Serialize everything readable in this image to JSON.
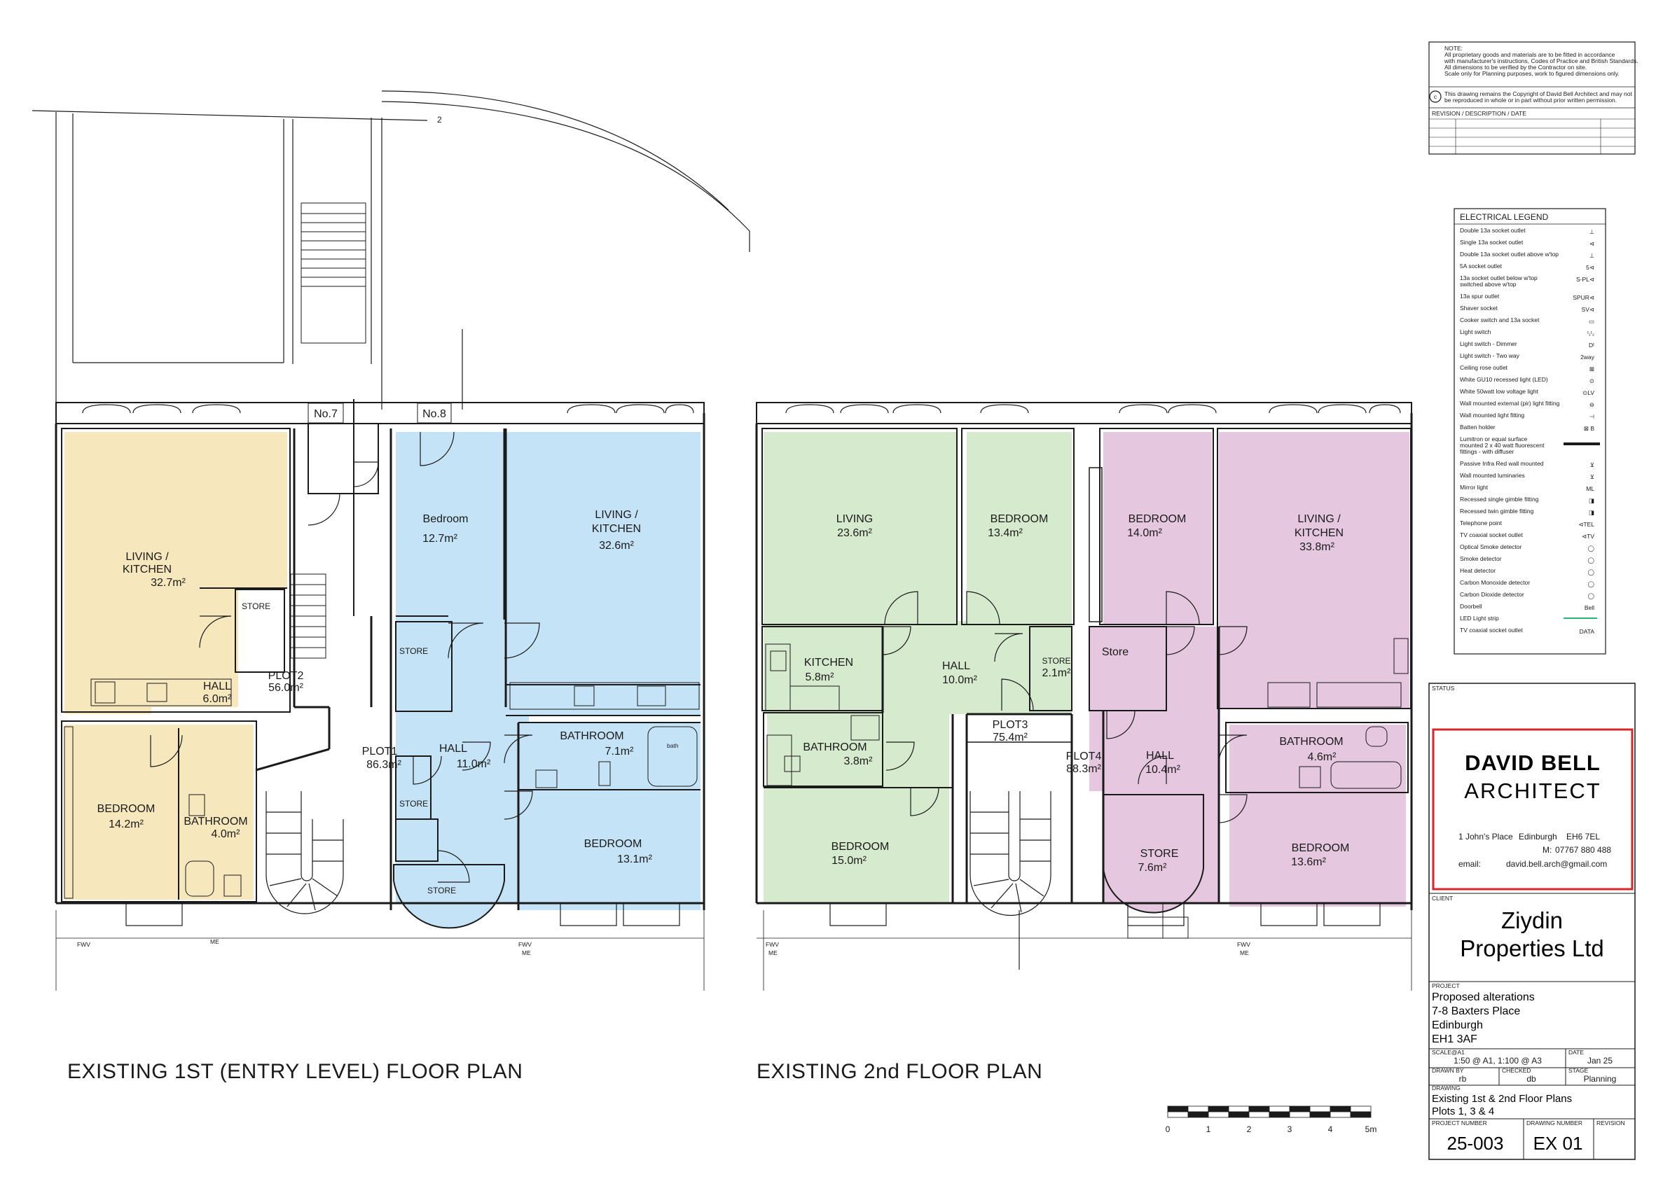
{
  "colors": {
    "plot1": "#c5e3f6",
    "plot2": "#f6e7bd",
    "plot3": "#d6ebcd",
    "plot4": "#e6c7e0",
    "wall": "#1a1a1a",
    "brand_border": "#d6262a"
  },
  "plans": {
    "first_floor": {
      "title": "EXISTING 1ST (ENTRY LEVEL) FLOOR PLAN",
      "stair_ref": "2",
      "doors": [
        "No.7",
        "No.8"
      ],
      "fwv_left": "FWV",
      "me_left": "ME",
      "fwv_right": "FWV",
      "me_right": "ME",
      "rooms": [
        {
          "name": "LIVING /",
          "name2": "KITCHEN",
          "area": "32.7m²"
        },
        {
          "name": "STORE"
        },
        {
          "name": "HALL",
          "area": "6.0m²"
        },
        {
          "name": "PLOT2",
          "area": "56.0m²"
        },
        {
          "name": "BEDROOM",
          "area": "14.2m²"
        },
        {
          "name": "BATHROOM",
          "area": "4.0m²"
        },
        {
          "name": "Bedroom",
          "area": "12.7m²"
        },
        {
          "name": "LIVING /",
          "name2": "KITCHEN",
          "area": "32.6m²"
        },
        {
          "name": "STORE"
        },
        {
          "name": "PLOT1",
          "area": "86.3m²"
        },
        {
          "name": "HALL",
          "area": "11.0m²"
        },
        {
          "name": "BATHROOM",
          "area": "7.1m²"
        },
        {
          "name": "STORE"
        },
        {
          "name": "BEDROOM",
          "area": "13.1m²"
        },
        {
          "name": "STORE"
        }
      ],
      "bath_label": "bath"
    },
    "second_floor": {
      "title": "EXISTING 2nd FLOOR PLAN",
      "fwv_left": "FWV",
      "me_left": "ME",
      "fwv_right": "FWV",
      "me_right": "ME",
      "rooms": [
        {
          "name": "LIVING",
          "area": "23.6m²"
        },
        {
          "name": "BEDROOM",
          "area": "13.4m²"
        },
        {
          "name": "KITCHEN",
          "area": "5.8m²"
        },
        {
          "name": "HALL",
          "area": "10.0m²"
        },
        {
          "name": "STORE",
          "area": "2.1m²"
        },
        {
          "name": "BATHROOM",
          "area": "3.8m²"
        },
        {
          "name": "PLOT3",
          "area": "75.4m²"
        },
        {
          "name": "BEDROOM",
          "area": "15.0m²"
        },
        {
          "name": "BEDROOM",
          "area": "14.0m²"
        },
        {
          "name": "LIVING /",
          "name2": "KITCHEN",
          "area": "33.8m²"
        },
        {
          "name": "Store"
        },
        {
          "name": "PLOT4",
          "area": "88.3m²"
        },
        {
          "name": "HALL",
          "area": "10.4m²"
        },
        {
          "name": "BATHROOM",
          "area": "4.6m²"
        },
        {
          "name": "STORE",
          "area": "7.6m²"
        },
        {
          "name": "BEDROOM",
          "area": "13.6m²"
        }
      ]
    }
  },
  "scale_bar": {
    "labels": [
      "0",
      "1",
      "2",
      "3",
      "4",
      "5m"
    ]
  },
  "notes": {
    "heading": "NOTE:",
    "lines": [
      "All proprietary goods and materials are to be fitted in accordance",
      "with manufacturer's instructions, Codes of Practice and British Standards.",
      "All dimensions to be verified by the Contractor on site.",
      "Scale only for Planning purposes, work to figured dimensions only."
    ],
    "copyright_symbol": "c",
    "copyright_lines": [
      "This drawing remains the Copyright of David Bell Architect and may not",
      "be reproduced in whole or in part without prior written permission."
    ],
    "revision_header": "REVISION  /  DESCRIPTION  /  DATE"
  },
  "legend": {
    "title": "ELECTRICAL LEGEND",
    "items": [
      {
        "label": "Double 13a socket outlet",
        "symbol": "⊥"
      },
      {
        "label": "Single 13a socket outlet",
        "symbol": "⊲"
      },
      {
        "label": "Double 13a socket outlet above w'top",
        "symbol": "⊥"
      },
      {
        "label": "5A socket outlet",
        "symbol": "5⊲"
      },
      {
        "label": "13a socket outlet below w'top",
        "label2": "switched above w'top",
        "symbol": "S-PL⊲"
      },
      {
        "label": "13a spur outlet",
        "symbol": "SPUR⊲"
      },
      {
        "label": "Shaver socket",
        "symbol": "SV⊲"
      },
      {
        "label": "Cooker switch and 13a socket",
        "symbol": "▭"
      },
      {
        "label": "Light switch",
        "symbol": "ᵗ₁ᵗ₂"
      },
      {
        "label": "Light switch - Dimmer",
        "symbol": "Dᵗ"
      },
      {
        "label": "Light switch - Two way",
        "symbol": "2way"
      },
      {
        "label": "Ceiling rose outlet",
        "symbol": "⊠"
      },
      {
        "label": "White GU10 recessed light (LED)",
        "symbol": "⊙"
      },
      {
        "label": "White 50watt low voltage light",
        "symbol": "⊙LV"
      },
      {
        "label": "Wall mounted external (pir) light fitting",
        "symbol": "⊖"
      },
      {
        "label": "Wall mounted light fitting",
        "symbol": "⊣"
      },
      {
        "label": "Batten holder",
        "symbol": "⊠ B"
      },
      {
        "label": "Lumitron or equal surface",
        "label2": "mounted 2 x 40 watt fluorescent",
        "label3": "fittings - with diffuser",
        "symbol": ""
      },
      {
        "label": "Passive Infra Red wall mounted",
        "symbol": "⊻"
      },
      {
        "label": "Wall mounted luminaries",
        "symbol": "⊻"
      },
      {
        "label": "Mirror light",
        "symbol": "ML"
      },
      {
        "label": "Recessed single gimble fitting",
        "symbol": "◨"
      },
      {
        "label": "Recessed twin gimble fitting",
        "symbol": "◨"
      },
      {
        "label": "Telephone point",
        "symbol": "⊲TEL"
      },
      {
        "label": "TV coaxial socket outlet",
        "symbol": "⊲TV"
      },
      {
        "label": "Optical Smoke detector",
        "symbol": "◯"
      },
      {
        "label": "Smoke detector",
        "symbol": "◯"
      },
      {
        "label": "Heat detector",
        "symbol": "◯"
      },
      {
        "label": "Carbon Monoxide detector",
        "symbol": "◯"
      },
      {
        "label": "Carbon Dioxide detector",
        "symbol": "◯"
      },
      {
        "label": "Doorbell",
        "symbol": "Bell"
      },
      {
        "label": "LED Light strip",
        "symbol": ""
      },
      {
        "label": "TV coaxial socket outlet",
        "symbol": "DATA"
      }
    ]
  },
  "title_block": {
    "status_label": "STATUS",
    "brand_line1": "DAVID BELL",
    "brand_line2": "ARCHITECT",
    "address": "1 John's Place",
    "city": "Edinburgh",
    "postcode": "EH6 7EL",
    "mobile_label": "M:",
    "mobile": "07767 880 488",
    "email_label": "email:",
    "email": "david.bell.arch@gmail.com",
    "client_label": "CLIENT",
    "client_line1": "Ziydin",
    "client_line2": "Properties Ltd",
    "project_label": "PROJECT",
    "project_lines": [
      "Proposed alterations",
      "7-8 Baxters Place",
      "Edinburgh",
      "EH1 3AF"
    ],
    "scale_label": "SCALE@A1",
    "scale": "1:50 @ A1, 1:100 @ A3",
    "date_label": "DATE",
    "date": "Jan 25",
    "drawn_label": "DRAWN BY",
    "drawn": "rb",
    "checked_label": "CHECKED",
    "checked": "db",
    "stage_label": "STAGE",
    "stage": "Planning",
    "drawing_label": "DRAWING",
    "drawing_line1": "Existing 1st & 2nd Floor Plans",
    "drawing_line2": "Plots 1, 3 & 4",
    "projno_label": "PROJECT NUMBER",
    "projno": "25-003",
    "drawno_label": "DRAWING NUMBER",
    "drawno": "EX 01",
    "revision_label": "REVISION"
  }
}
